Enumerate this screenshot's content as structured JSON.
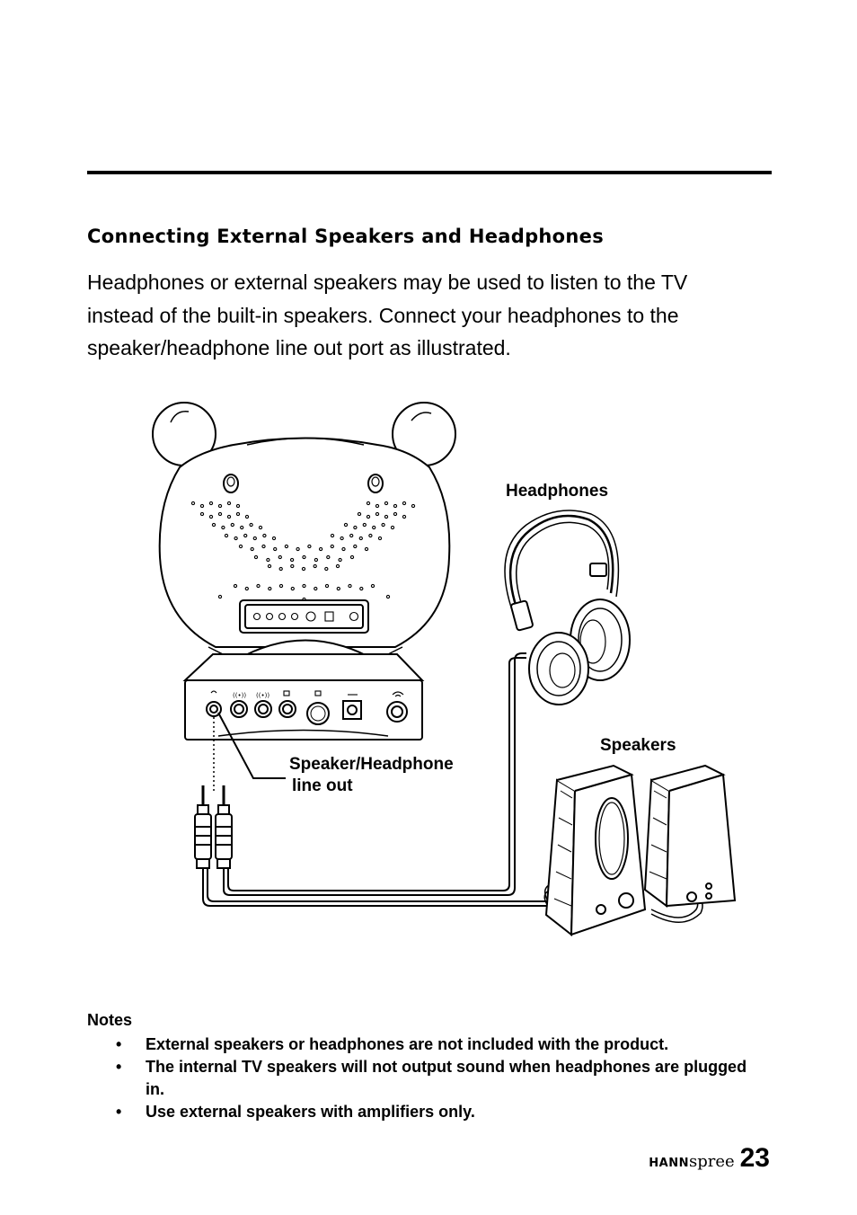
{
  "section": {
    "title": "Connecting External Speakers and Headphones",
    "intro_lines": [
      "Headphones or external speakers may be used to listen to the TV",
      "instead of the built-in speakers. Connect your headphones to the",
      "speaker/headphone line out port as illustrated."
    ]
  },
  "diagram": {
    "headphones_label": "Headphones",
    "speakers_label": "Speakers",
    "port_label_line1": "Speaker/Headphone",
    "port_label_line2": "line out"
  },
  "notes": {
    "heading": "Notes",
    "bullet_symbol": "•",
    "items": [
      "External speakers or headphones are not included with the product.",
      "The internal TV speakers will not output sound when headphones are plugged in.",
      "Use external speakers with amplifiers only."
    ]
  },
  "footer": {
    "brand_bold": "HANN",
    "brand_light": "spree",
    "page_number": "23"
  }
}
